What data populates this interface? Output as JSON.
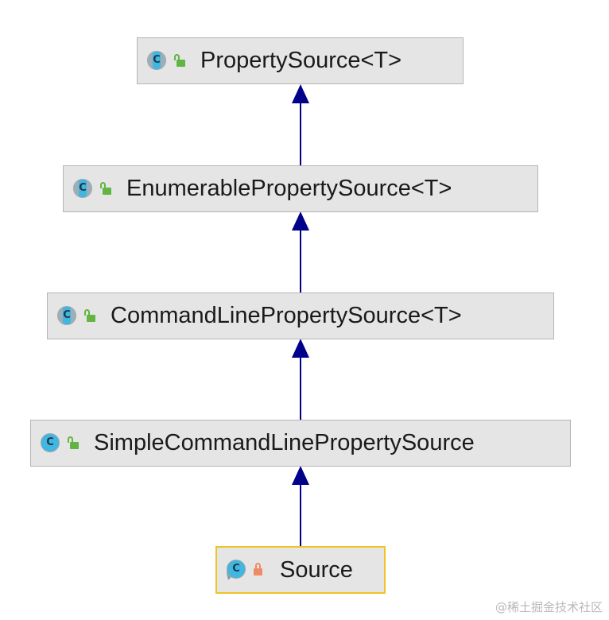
{
  "diagram": {
    "nodes": [
      {
        "id": "n1",
        "label": "PropertySource<T>",
        "kind": "abstract-class",
        "visibility": "public"
      },
      {
        "id": "n2",
        "label": "EnumerablePropertySource<T>",
        "kind": "abstract-class",
        "visibility": "public"
      },
      {
        "id": "n3",
        "label": "CommandLinePropertySource<T>",
        "kind": "abstract-class",
        "visibility": "public"
      },
      {
        "id": "n4",
        "label": "SimpleCommandLinePropertySource",
        "kind": "class",
        "visibility": "public"
      },
      {
        "id": "n5",
        "label": "Source",
        "kind": "runnable-class",
        "visibility": "private",
        "selected": true
      }
    ],
    "edges": [
      {
        "from": "n2",
        "to": "n1",
        "type": "extends"
      },
      {
        "from": "n3",
        "to": "n2",
        "type": "extends"
      },
      {
        "from": "n4",
        "to": "n3",
        "type": "extends"
      },
      {
        "from": "n5",
        "to": "n4",
        "type": "extends"
      }
    ],
    "colors": {
      "node_fill": "#e5e5e5",
      "node_border": "#b5b5b5",
      "selected_border": "#f2c227",
      "edge": "#00008b",
      "class_icon": "#40b6e0",
      "public_lock": "#62b543",
      "private_lock": "#f08a66"
    },
    "icon_letter": "C"
  },
  "watermark": "@稀土掘金技术社区"
}
